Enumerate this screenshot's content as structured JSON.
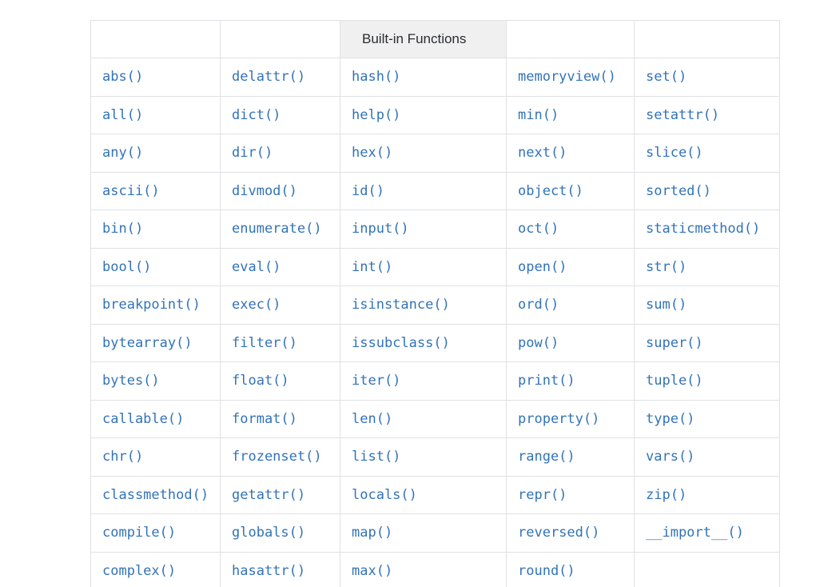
{
  "page": {
    "background": "#ffffff"
  },
  "table": {
    "title": "Built-in Functions",
    "header": {
      "label": "Built-in Functions",
      "title_column_index": 2,
      "background": "#f0f0f1",
      "text_color": "#2b2d31"
    },
    "style": {
      "link_color": "#3273b8",
      "border_color": "#dfe1e4"
    },
    "columns": 5,
    "rows": [
      [
        "abs()",
        "delattr()",
        "hash()",
        "memoryview()",
        "set()"
      ],
      [
        "all()",
        "dict()",
        "help()",
        "min()",
        "setattr()"
      ],
      [
        "any()",
        "dir()",
        "hex()",
        "next()",
        "slice()"
      ],
      [
        "ascii()",
        "divmod()",
        "id()",
        "object()",
        "sorted()"
      ],
      [
        "bin()",
        "enumerate()",
        "input()",
        "oct()",
        "staticmethod()"
      ],
      [
        "bool()",
        "eval()",
        "int()",
        "open()",
        "str()"
      ],
      [
        "breakpoint()",
        "exec()",
        "isinstance()",
        "ord()",
        "sum()"
      ],
      [
        "bytearray()",
        "filter()",
        "issubclass()",
        "pow()",
        "super()"
      ],
      [
        "bytes()",
        "float()",
        "iter()",
        "print()",
        "tuple()"
      ],
      [
        "callable()",
        "format()",
        "len()",
        "property()",
        "type()"
      ],
      [
        "chr()",
        "frozenset()",
        "list()",
        "range()",
        "vars()"
      ],
      [
        "classmethod()",
        "getattr()",
        "locals()",
        "repr()",
        "zip()"
      ],
      [
        "compile()",
        "globals()",
        "map()",
        "reversed()",
        "__import__()"
      ],
      [
        "complex()",
        "hasattr()",
        "max()",
        "round()",
        ""
      ]
    ]
  }
}
